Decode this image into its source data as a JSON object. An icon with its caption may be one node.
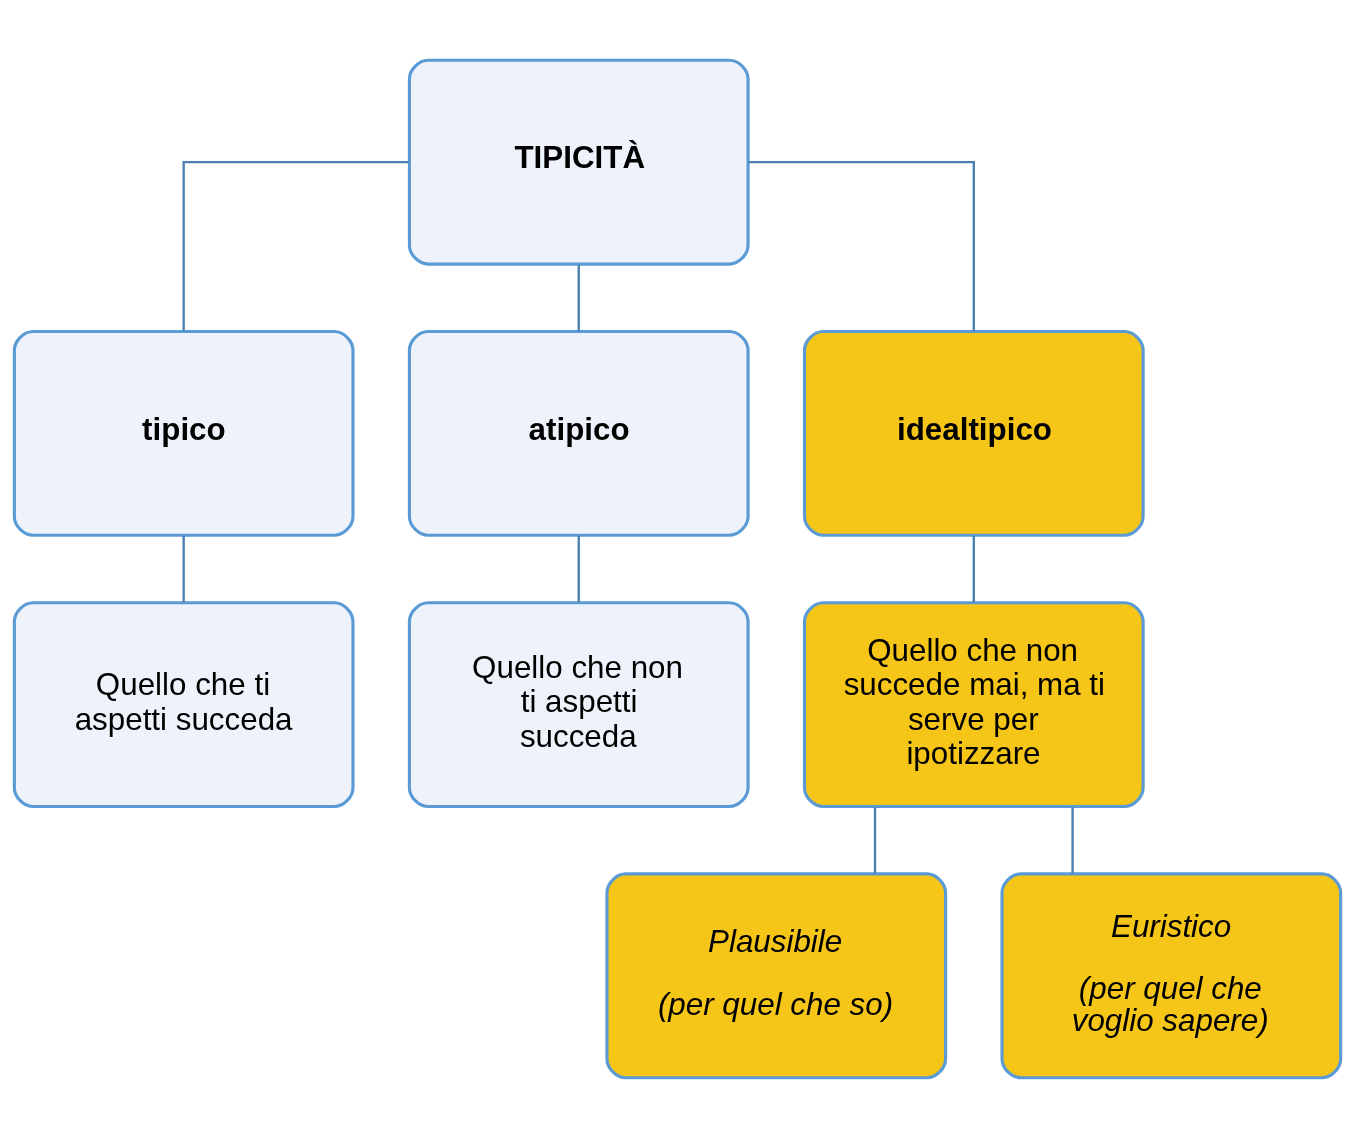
{
  "diagram": {
    "nodes": [
      {
        "text": [
          "TIPICITÀ"
        ]
      },
      {
        "text": [
          "tipico"
        ]
      },
      {
        "text": [
          "atipico"
        ]
      },
      {
        "text": [
          "idealtipico"
        ]
      },
      {
        "text": [
          "Quello che ti aspetti succeda"
        ]
      },
      {
        "text": [
          "Quello che non ti aspetti succeda"
        ]
      },
      {
        "text": [
          "Quello che non succede mai, ma ti serve per ipotizzare"
        ]
      },
      {
        "text": [
          "Plausibile",
          "(per quel che so)"
        ]
      },
      {
        "text": [
          "Euristico",
          "(per quel che voglio sapere)"
        ]
      }
    ],
    "edges": [
      {
        "from": 0,
        "to": 1,
        "arrow": "none"
      },
      {
        "from": 0,
        "to": 2,
        "arrow": "none"
      },
      {
        "from": 0,
        "to": 3,
        "arrow": "none"
      },
      {
        "from": 1,
        "to": 4,
        "arrow": "none"
      },
      {
        "from": 2,
        "to": 5,
        "arrow": "none"
      },
      {
        "from": 3,
        "to": 6,
        "arrow": "none"
      },
      {
        "from": 6,
        "to": 7,
        "arrow": "none"
      },
      {
        "from": 6,
        "to": 8,
        "arrow": "none"
      }
    ]
  }
}
